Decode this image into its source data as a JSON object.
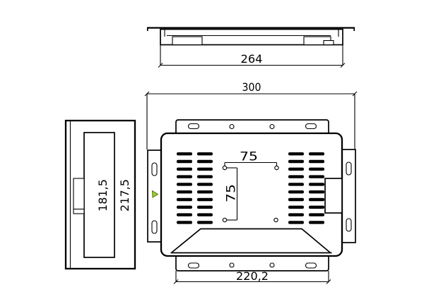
{
  "drawing": {
    "background_color": "#ffffff",
    "line_color": "#000000",
    "dimensions": {
      "top_width": "264",
      "overall_width": "300",
      "vesa_width": "75",
      "vesa_height": "75",
      "mount_bracket_width": "220,2",
      "side_inner_height": "181,5",
      "side_outer_height": "217,5"
    },
    "icons": {
      "cursor": "green-cursor-arrow"
    },
    "cursor_color": "#9acd32"
  }
}
